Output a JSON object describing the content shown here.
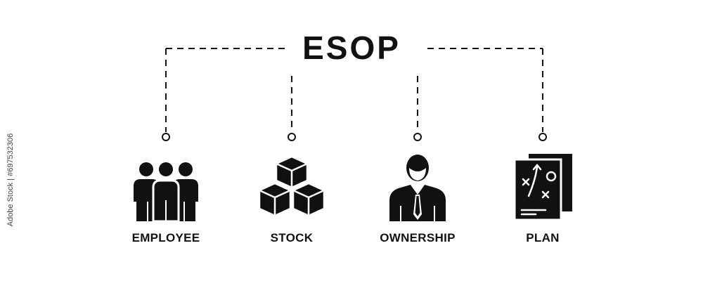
{
  "title": "ESOP",
  "items": [
    {
      "label": "EMPLOYEE",
      "icon": "employees-group-icon"
    },
    {
      "label": "STOCK",
      "icon": "stacked-boxes-icon"
    },
    {
      "label": "OWNERSHIP",
      "icon": "businessman-icon"
    },
    {
      "label": "PLAN",
      "icon": "strategy-plan-icon"
    }
  ],
  "watermark": "Adobe Stock | #697532306",
  "colors": {
    "ink": "#111111",
    "background": "#ffffff"
  }
}
